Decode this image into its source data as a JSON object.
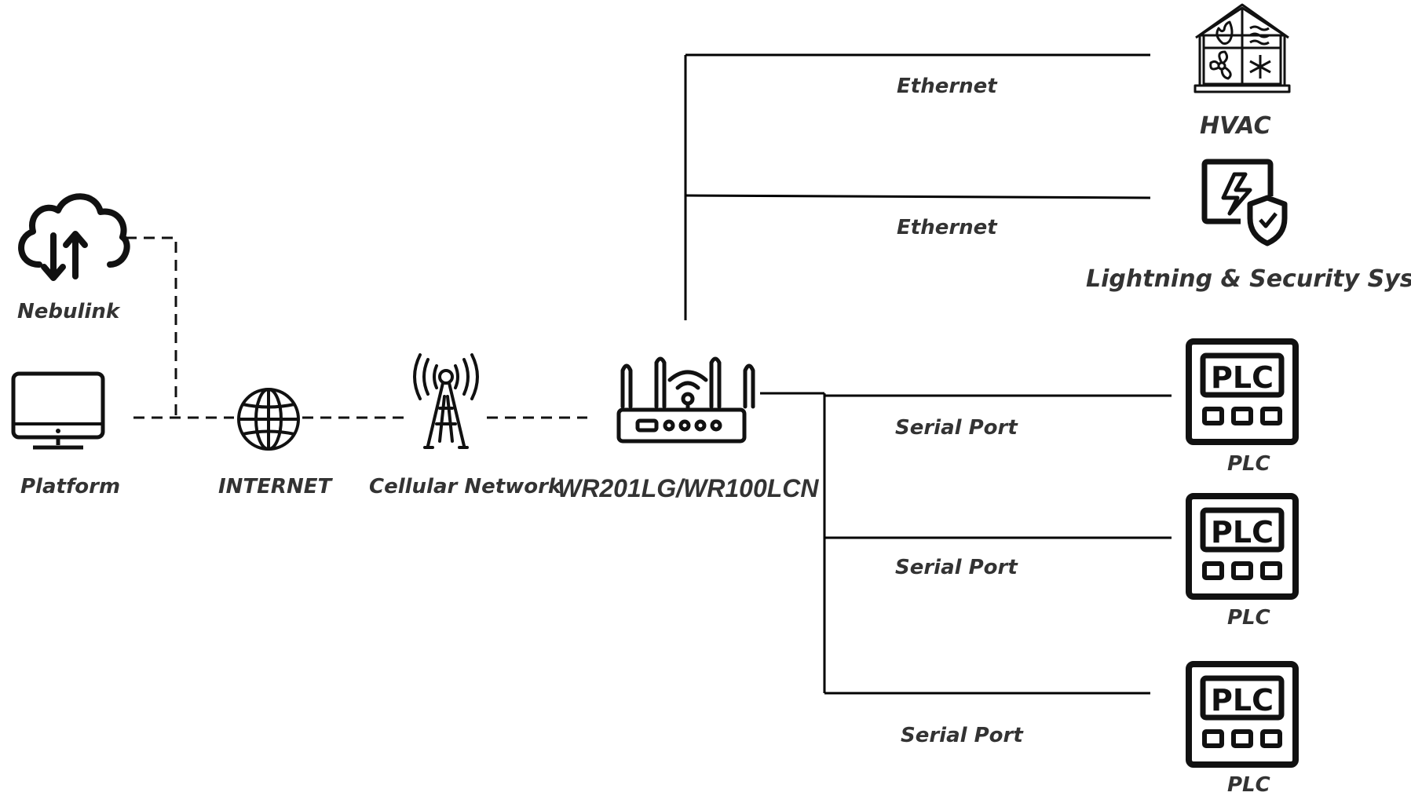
{
  "colors": {
    "line": "#000000",
    "label": "#333333",
    "icon": "#111111",
    "background": "#ffffff"
  },
  "left_nodes": {
    "nebulink": {
      "label": "Nebulink",
      "icon": "cloud-sync-icon"
    },
    "platform": {
      "label": "Platform",
      "icon": "monitor-icon"
    }
  },
  "chain": {
    "internet": {
      "label": "INTERNET",
      "icon": "globe-icon"
    },
    "cellular": {
      "label": "Cellular Network",
      "icon": "cell-tower-icon"
    },
    "router": {
      "label": "WR201LG/WR100LCN",
      "icon": "router-icon"
    }
  },
  "devices": [
    {
      "label": "HVAC",
      "link_label": "Ethernet",
      "icon": "hvac-icon"
    },
    {
      "label": "Lightning & Security System",
      "link_label": "Ethernet",
      "icon": "lightning-shield-icon"
    },
    {
      "label": "PLC",
      "link_label": "Serial Port",
      "icon": "plc-icon"
    },
    {
      "label": "PLC",
      "link_label": "Serial Port",
      "icon": "plc-icon"
    },
    {
      "label": "PLC",
      "link_label": "Serial Port",
      "icon": "plc-icon"
    }
  ]
}
